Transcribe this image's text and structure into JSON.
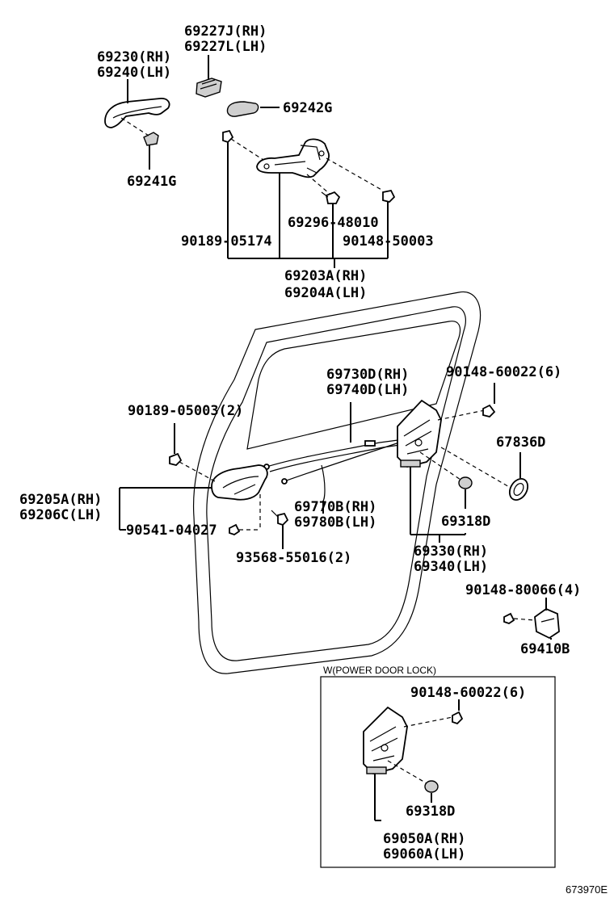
{
  "labels": {
    "p69227J": "69227J(RH)",
    "p69227L": "69227L(LH)",
    "p69230": "69230(RH)",
    "p69240": "69240(LH)",
    "p69242G": "69242G",
    "p69241G": "69241G",
    "p69296": "69296-48010",
    "p90189_05174": "90189-05174",
    "p90148_50003": "90148-50003",
    "p69203A": "69203A(RH)",
    "p69204A": "69204A(LH)",
    "p69730D": "69730D(RH)",
    "p69740D": "69740D(LH)",
    "p90148_60022": "90148-60022(6)",
    "p90189_05003": "90189-05003(2)",
    "p67836D": "67836D",
    "p69205A": "69205A(RH)",
    "p69206C": "69206C(LH)",
    "p90541": "90541-04027",
    "p69770B": "69770B(RH)",
    "p69780B": "69780B(LH)",
    "p69318D": "69318D",
    "p93568": "93568-55016(2)",
    "p69330": "69330(RH)",
    "p69340": "69340(LH)",
    "p90148_80066": "90148-80066(4)",
    "p69410B": "69410B",
    "inset_title": "W(POWER DOOR LOCK)",
    "inset_90148": "90148-60022(6)",
    "inset_69318D": "69318D",
    "inset_69050A": "69050A(RH)",
    "inset_69060A": "69060A(LH)",
    "ref_code": "673970E"
  }
}
